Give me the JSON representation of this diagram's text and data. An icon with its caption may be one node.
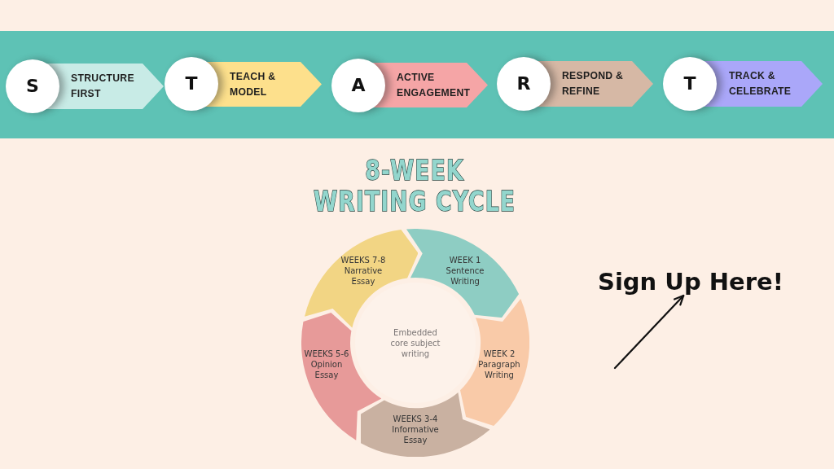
{
  "diagram": {
    "title": "8-WEEK WRITING CYCLE",
    "nodes": [
      {
        "text": [
          "S",
          "STRUCTURE FIRST"
        ]
      },
      {
        "text": [
          "T",
          "TEACH & MODEL"
        ]
      },
      {
        "text": [
          "A",
          "ACTIVE ENGAGEMENT"
        ]
      },
      {
        "text": [
          "R",
          "RESPOND & REFINE"
        ]
      },
      {
        "text": [
          "T",
          "TRACK & CELEBRATE"
        ]
      },
      {
        "text": [
          "WEEK 1",
          "Sentence Writing"
        ]
      },
      {
        "text": [
          "WEEK 2",
          "Paragraph Writing"
        ]
      },
      {
        "text": [
          "WEEKS 3-4",
          "Informative Essay"
        ]
      },
      {
        "text": [
          "WEEKS 5-6",
          "Opinion Essay"
        ]
      },
      {
        "text": [
          "WEEKS 7-8",
          "Narrative Essay"
        ]
      },
      {
        "text": [
          "Embedded core subject writing"
        ]
      },
      {
        "text": [
          "Sign Up Here!"
        ]
      }
    ],
    "edges": [
      {
        "from": null,
        "to": 11,
        "arrow": "to"
      }
    ]
  }
}
